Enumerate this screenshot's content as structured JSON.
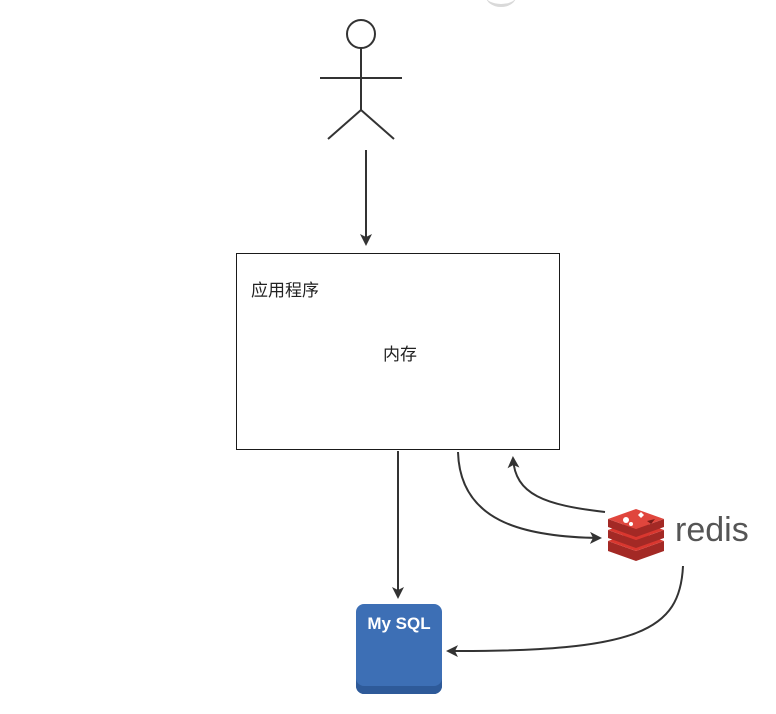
{
  "diagram": {
    "app_box": {
      "title": "应用程序",
      "memory_label": "内存"
    },
    "database": {
      "label": "My SQL",
      "color": "#3d6fb5"
    },
    "cache": {
      "label": "redis",
      "logo_color": "#c9302c"
    },
    "actor": {
      "icon": "user-stick-figure-icon"
    },
    "line_color": "#333333"
  }
}
